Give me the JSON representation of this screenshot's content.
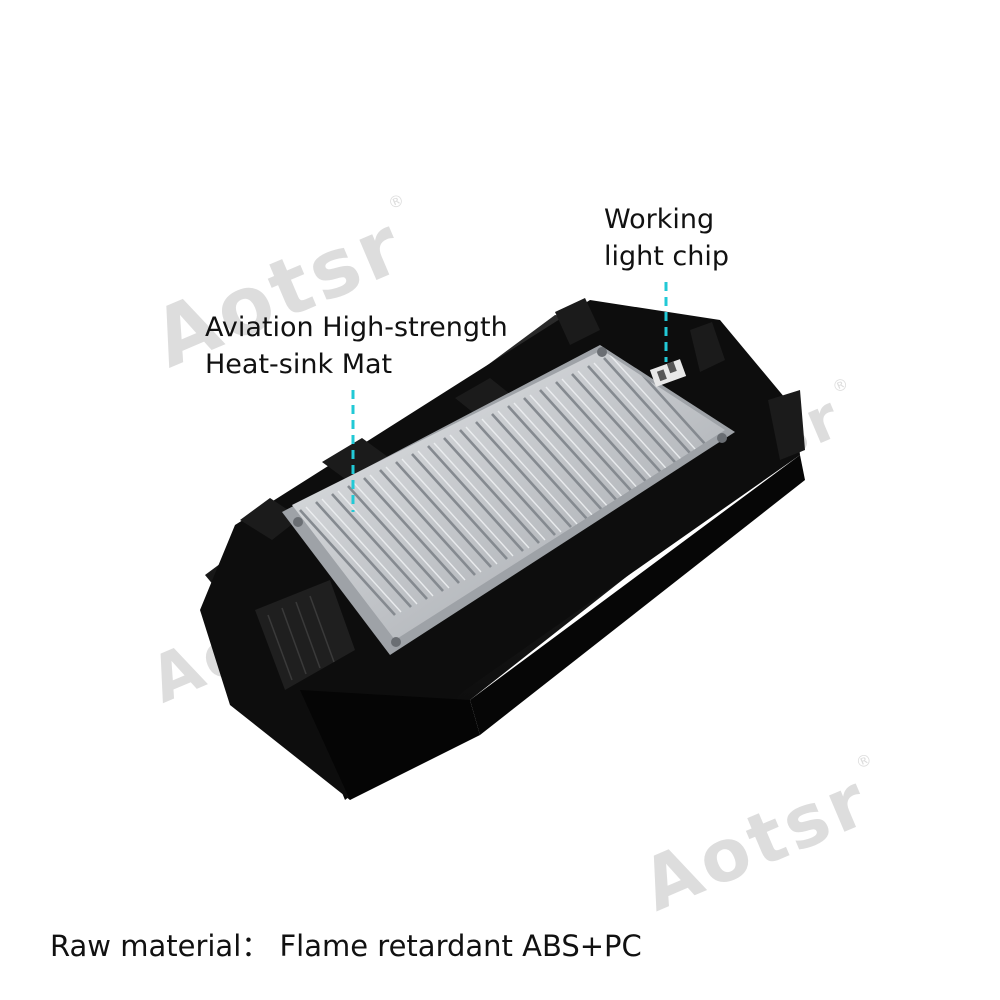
{
  "callouts": {
    "heatsink": {
      "line1": "Aviation High-strength",
      "line2": "Heat-sink Mat"
    },
    "chip": {
      "line1": "Working",
      "line2": "light chip"
    }
  },
  "caption": "Raw material：  Flame retardant ABS+PC",
  "watermark": "Aotsr",
  "colors": {
    "leader_line": "#22c9d6",
    "housing": "#111111",
    "heatsink": "#b9bcc0",
    "watermark": "#d8d8d8"
  }
}
